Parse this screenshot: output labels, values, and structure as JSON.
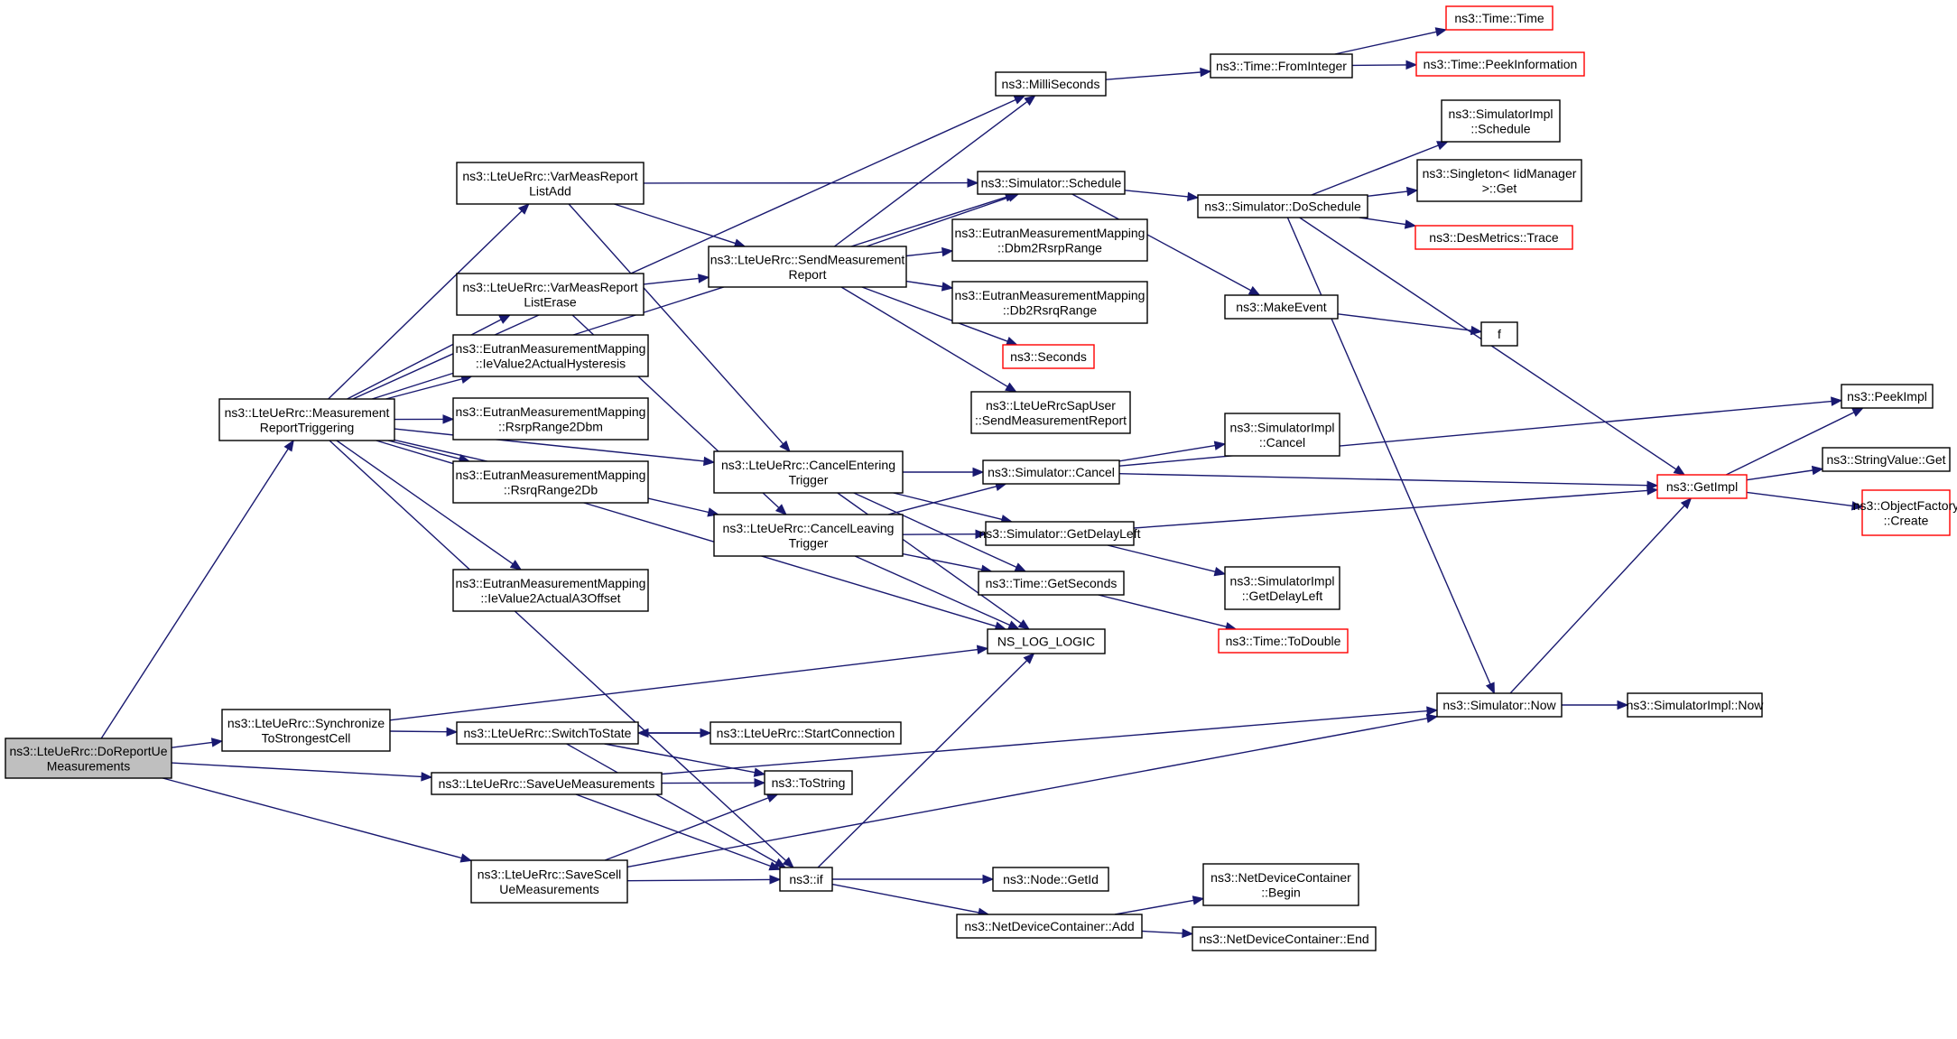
{
  "colors": {
    "edge": "#191970",
    "border": "#000000",
    "truncated_border": "#ff0000",
    "root_fill": "#bfbfbf",
    "background": "#ffffff"
  },
  "nodes": [
    {
      "id": "root",
      "lines": [
        "ns3::LteUeRrc::DoReportUe",
        "Measurements"
      ],
      "root": true
    },
    {
      "id": "mrt",
      "lines": [
        "ns3::LteUeRrc::Measurement",
        "ReportTriggering"
      ]
    },
    {
      "id": "sync",
      "lines": [
        "ns3::LteUeRrc::Synchronize",
        "ToStrongestCell"
      ]
    },
    {
      "id": "saveue",
      "lines": [
        "ns3::LteUeRrc::SaveUeMeasurements"
      ]
    },
    {
      "id": "savescell",
      "lines": [
        "ns3::LteUeRrc::SaveScell",
        "UeMeasurements"
      ]
    },
    {
      "id": "vmladd",
      "lines": [
        "ns3::LteUeRrc::VarMeasReport",
        "ListAdd"
      ]
    },
    {
      "id": "vmlerase",
      "lines": [
        "ns3::LteUeRrc::VarMeasReport",
        "ListErase"
      ]
    },
    {
      "id": "hyst",
      "lines": [
        "ns3::EutranMeasurementMapping",
        "::IeValue2ActualHysteresis"
      ]
    },
    {
      "id": "rsrp2dbm",
      "lines": [
        "ns3::EutranMeasurementMapping",
        "::RsrpRange2Dbm"
      ]
    },
    {
      "id": "rsrq2db",
      "lines": [
        "ns3::EutranMeasurementMapping",
        "::RsrqRange2Db"
      ]
    },
    {
      "id": "a3off",
      "lines": [
        "ns3::EutranMeasurementMapping",
        "::IeValue2ActualA3Offset"
      ]
    },
    {
      "id": "switch",
      "lines": [
        "ns3::LteUeRrc::SwitchToState"
      ]
    },
    {
      "id": "startconn",
      "lines": [
        "ns3::LteUeRrc::StartConnection"
      ]
    },
    {
      "id": "tostring",
      "lines": [
        "ns3::ToString"
      ]
    },
    {
      "id": "if",
      "lines": [
        "ns3::if"
      ]
    },
    {
      "id": "sendmr",
      "lines": [
        "ns3::LteUeRrc::SendMeasurement",
        "Report"
      ]
    },
    {
      "id": "cancelent",
      "lines": [
        "ns3::LteUeRrc::CancelEntering",
        "Trigger"
      ]
    },
    {
      "id": "cancellea",
      "lines": [
        "ns3::LteUeRrc::CancelLeaving",
        "Trigger"
      ]
    },
    {
      "id": "milli",
      "lines": [
        "ns3::MilliSeconds"
      ]
    },
    {
      "id": "schedule",
      "lines": [
        "ns3::Simulator::Schedule"
      ]
    },
    {
      "id": "dbm2rsrp",
      "lines": [
        "ns3::EutranMeasurementMapping",
        "::Dbm2RsrpRange"
      ]
    },
    {
      "id": "db2rsrq",
      "lines": [
        "ns3::EutranMeasurementMapping",
        "::Db2RsrqRange"
      ]
    },
    {
      "id": "seconds",
      "lines": [
        "ns3::Seconds"
      ],
      "red": true
    },
    {
      "id": "sapuser",
      "lines": [
        "ns3::LteUeRrcSapUser",
        "::SendMeasurementReport"
      ]
    },
    {
      "id": "simcancel",
      "lines": [
        "ns3::Simulator::Cancel"
      ]
    },
    {
      "id": "getdelay",
      "lines": [
        "ns3::Simulator::GetDelayLeft"
      ]
    },
    {
      "id": "getsec",
      "lines": [
        "ns3::Time::GetSeconds"
      ]
    },
    {
      "id": "nslog",
      "lines": [
        "NS_LOG_LOGIC"
      ]
    },
    {
      "id": "nodegetid",
      "lines": [
        "ns3::Node::GetId"
      ]
    },
    {
      "id": "ndcadd",
      "lines": [
        "ns3::NetDeviceContainer::Add"
      ]
    },
    {
      "id": "fromint",
      "lines": [
        "ns3::Time::FromInteger"
      ]
    },
    {
      "id": "timetime",
      "lines": [
        "ns3::Time::Time"
      ],
      "red": true
    },
    {
      "id": "peekinfo",
      "lines": [
        "ns3::Time::PeekInformation"
      ],
      "red": true
    },
    {
      "id": "dosched",
      "lines": [
        "ns3::Simulator::DoSchedule"
      ]
    },
    {
      "id": "makeev",
      "lines": [
        "ns3::MakeEvent"
      ]
    },
    {
      "id": "f",
      "lines": [
        "f"
      ]
    },
    {
      "id": "implcancel",
      "lines": [
        "ns3::SimulatorImpl",
        "::Cancel"
      ]
    },
    {
      "id": "impldelay",
      "lines": [
        "ns3::SimulatorImpl",
        "::GetDelayLeft"
      ]
    },
    {
      "id": "todouble",
      "lines": [
        "ns3::Time::ToDouble"
      ],
      "red": true
    },
    {
      "id": "simnow",
      "lines": [
        "ns3::Simulator::Now"
      ]
    },
    {
      "id": "implnow",
      "lines": [
        "ns3::SimulatorImpl::Now"
      ]
    },
    {
      "id": "ndcbegin",
      "lines": [
        "ns3::NetDeviceContainer",
        "::Begin"
      ]
    },
    {
      "id": "ndcend",
      "lines": [
        "ns3::NetDeviceContainer::End"
      ]
    },
    {
      "id": "implsched",
      "lines": [
        "ns3::SimulatorImpl",
        "::Schedule"
      ]
    },
    {
      "id": "singleton",
      "lines": [
        "ns3::Singleton< IidManager",
        ">::Get"
      ]
    },
    {
      "id": "desmetrics",
      "lines": [
        "ns3::DesMetrics::Trace"
      ],
      "red": true
    },
    {
      "id": "getimpl",
      "lines": [
        "ns3::GetImpl"
      ],
      "red": true
    },
    {
      "id": "peekimpl",
      "lines": [
        "ns3::PeekImpl"
      ]
    },
    {
      "id": "strget",
      "lines": [
        "ns3::StringValue::Get"
      ]
    },
    {
      "id": "objfact",
      "lines": [
        "ns3::ObjectFactory",
        "::Create"
      ],
      "red": true
    }
  ],
  "edges": [
    [
      "root",
      "mrt"
    ],
    [
      "root",
      "sync"
    ],
    [
      "root",
      "saveue"
    ],
    [
      "root",
      "savescell"
    ],
    [
      "mrt",
      "milli"
    ],
    [
      "mrt",
      "schedule"
    ],
    [
      "mrt",
      "vmladd"
    ],
    [
      "mrt",
      "cancelent"
    ],
    [
      "mrt",
      "vmlerase"
    ],
    [
      "mrt",
      "hyst"
    ],
    [
      "mrt",
      "rsrp2dbm"
    ],
    [
      "mrt",
      "rsrq2db"
    ],
    [
      "mrt",
      "cancellea"
    ],
    [
      "mrt",
      "a3off"
    ],
    [
      "mrt",
      "nslog"
    ],
    [
      "mrt",
      "if"
    ],
    [
      "vmladd",
      "schedule"
    ],
    [
      "vmladd",
      "sendmr"
    ],
    [
      "vmladd",
      "cancelent"
    ],
    [
      "vmlerase",
      "sendmr"
    ],
    [
      "vmlerase",
      "cancellea"
    ],
    [
      "sendmr",
      "milli"
    ],
    [
      "sendmr",
      "schedule"
    ],
    [
      "sendmr",
      "dbm2rsrp"
    ],
    [
      "sendmr",
      "db2rsrq"
    ],
    [
      "sendmr",
      "seconds"
    ],
    [
      "sendmr",
      "sapuser"
    ],
    [
      "cancelent",
      "simcancel"
    ],
    [
      "cancelent",
      "getdelay"
    ],
    [
      "cancelent",
      "getsec"
    ],
    [
      "cancelent",
      "nslog"
    ],
    [
      "cancellea",
      "simcancel"
    ],
    [
      "cancellea",
      "getdelay"
    ],
    [
      "cancellea",
      "getsec"
    ],
    [
      "cancellea",
      "nslog"
    ],
    [
      "sync",
      "nslog"
    ],
    [
      "sync",
      "switch"
    ],
    [
      "switch",
      "startconn"
    ],
    [
      "switch",
      "tostring"
    ],
    [
      "switch",
      "if"
    ],
    [
      "startconn",
      "switch"
    ],
    [
      "saveue",
      "tostring"
    ],
    [
      "saveue",
      "simnow"
    ],
    [
      "saveue",
      "if"
    ],
    [
      "savescell",
      "tostring"
    ],
    [
      "savescell",
      "if"
    ],
    [
      "savescell",
      "simnow"
    ],
    [
      "if",
      "nslog"
    ],
    [
      "if",
      "nodegetid"
    ],
    [
      "if",
      "ndcadd"
    ],
    [
      "ndcadd",
      "ndcbegin"
    ],
    [
      "ndcadd",
      "ndcend"
    ],
    [
      "milli",
      "fromint"
    ],
    [
      "fromint",
      "timetime"
    ],
    [
      "fromint",
      "peekinfo"
    ],
    [
      "schedule",
      "dosched"
    ],
    [
      "schedule",
      "makeev"
    ],
    [
      "dosched",
      "implsched"
    ],
    [
      "dosched",
      "singleton"
    ],
    [
      "dosched",
      "desmetrics"
    ],
    [
      "dosched",
      "getimpl"
    ],
    [
      "dosched",
      "simnow"
    ],
    [
      "makeev",
      "f"
    ],
    [
      "simcancel",
      "peekimpl"
    ],
    [
      "simcancel",
      "implcancel"
    ],
    [
      "simcancel",
      "getimpl"
    ],
    [
      "getdelay",
      "getimpl"
    ],
    [
      "getdelay",
      "impldelay"
    ],
    [
      "getsec",
      "todouble"
    ],
    [
      "simnow",
      "getimpl"
    ],
    [
      "simnow",
      "implnow"
    ],
    [
      "getimpl",
      "peekimpl"
    ],
    [
      "getimpl",
      "strget"
    ],
    [
      "getimpl",
      "objfact"
    ]
  ]
}
